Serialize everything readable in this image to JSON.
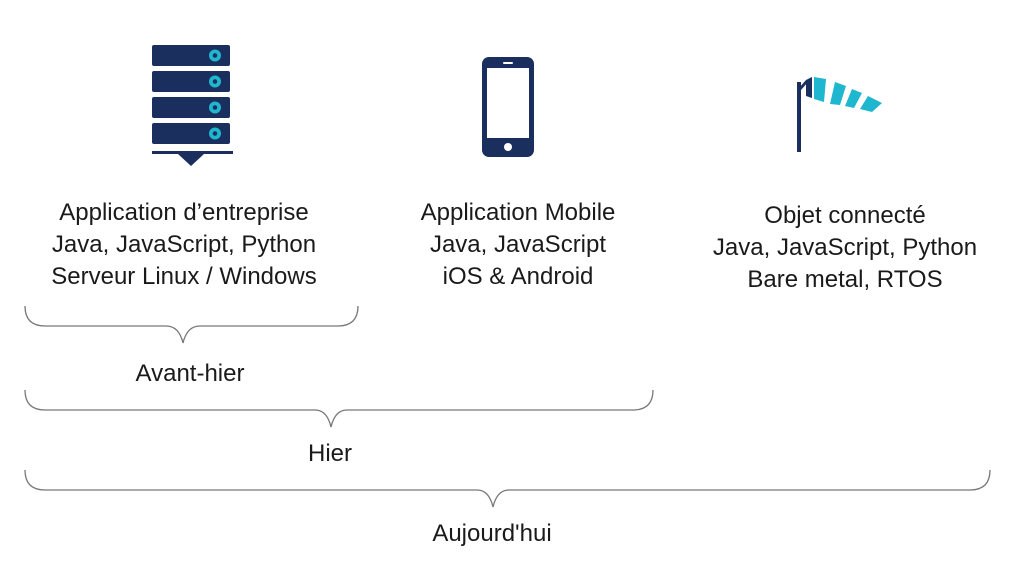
{
  "colors": {
    "icon_navy": "#1b2f5e",
    "icon_cyan": "#1fb7cf",
    "brace": "#777777"
  },
  "columns": [
    {
      "icon": "server-icon",
      "lines": [
        "Application d’entreprise",
        "Java, JavaScript, Python",
        "Serveur Linux / Windows"
      ]
    },
    {
      "icon": "smartphone-icon",
      "lines": [
        "Application Mobile",
        "Java, JavaScript",
        "iOS & Android"
      ]
    },
    {
      "icon": "windsock-icon",
      "lines": [
        "Objet connecté",
        "Java, JavaScript, Python",
        "Bare metal, RTOS"
      ]
    }
  ],
  "braces": [
    {
      "label": "Avant-hier"
    },
    {
      "label": "Hier"
    },
    {
      "label": "Aujourd'hui"
    }
  ]
}
